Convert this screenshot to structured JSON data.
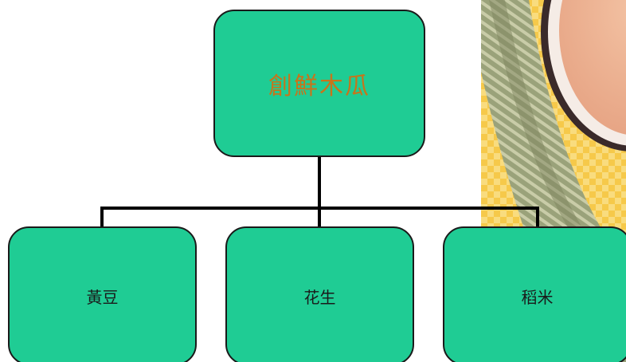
{
  "diagram": {
    "root": {
      "label": "創鮮木瓜"
    },
    "children": [
      {
        "label": "黃豆"
      },
      {
        "label": "花生"
      },
      {
        "label": "稻米"
      }
    ]
  },
  "colors": {
    "node_fill": "#1fcc94",
    "node_border": "#1a1a1a",
    "root_text": "#c8741a",
    "child_text": "#1a1a1a",
    "connector": "#000000"
  },
  "photo": {
    "icon": "food-bowl-photo"
  }
}
